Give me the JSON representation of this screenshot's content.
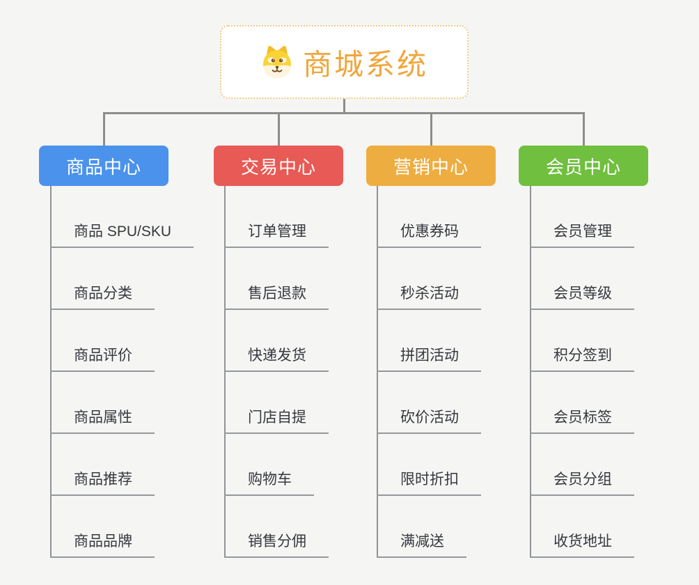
{
  "canvas": {
    "background": "#f5f5f4",
    "connector_color": "#8c8c8c",
    "underline_color": "#94989c",
    "item_text_color": "#35383d"
  },
  "root": {
    "title": "商城系统",
    "icon": "dog-face-icon",
    "title_color": "#f0a63c",
    "border_color": "#f2c77e"
  },
  "branches": [
    {
      "label": "商品中心",
      "color": "#4b92ec",
      "children": [
        "商品 SPU/SKU",
        "商品分类",
        "商品评价",
        "商品属性",
        "商品推荐",
        "商品品牌"
      ]
    },
    {
      "label": "交易中心",
      "color": "#e85a55",
      "children": [
        "订单管理",
        "售后退款",
        "快递发货",
        "门店自提",
        "购物车",
        "销售分佣"
      ]
    },
    {
      "label": "营销中心",
      "color": "#eead40",
      "children": [
        "优惠券码",
        "秒杀活动",
        "拼团活动",
        "砍价活动",
        "限时折扣",
        "满减送"
      ]
    },
    {
      "label": "会员中心",
      "color": "#70bf3f",
      "children": [
        "会员管理",
        "会员等级",
        "积分签到",
        "会员标签",
        "会员分组",
        "收货地址"
      ]
    }
  ]
}
